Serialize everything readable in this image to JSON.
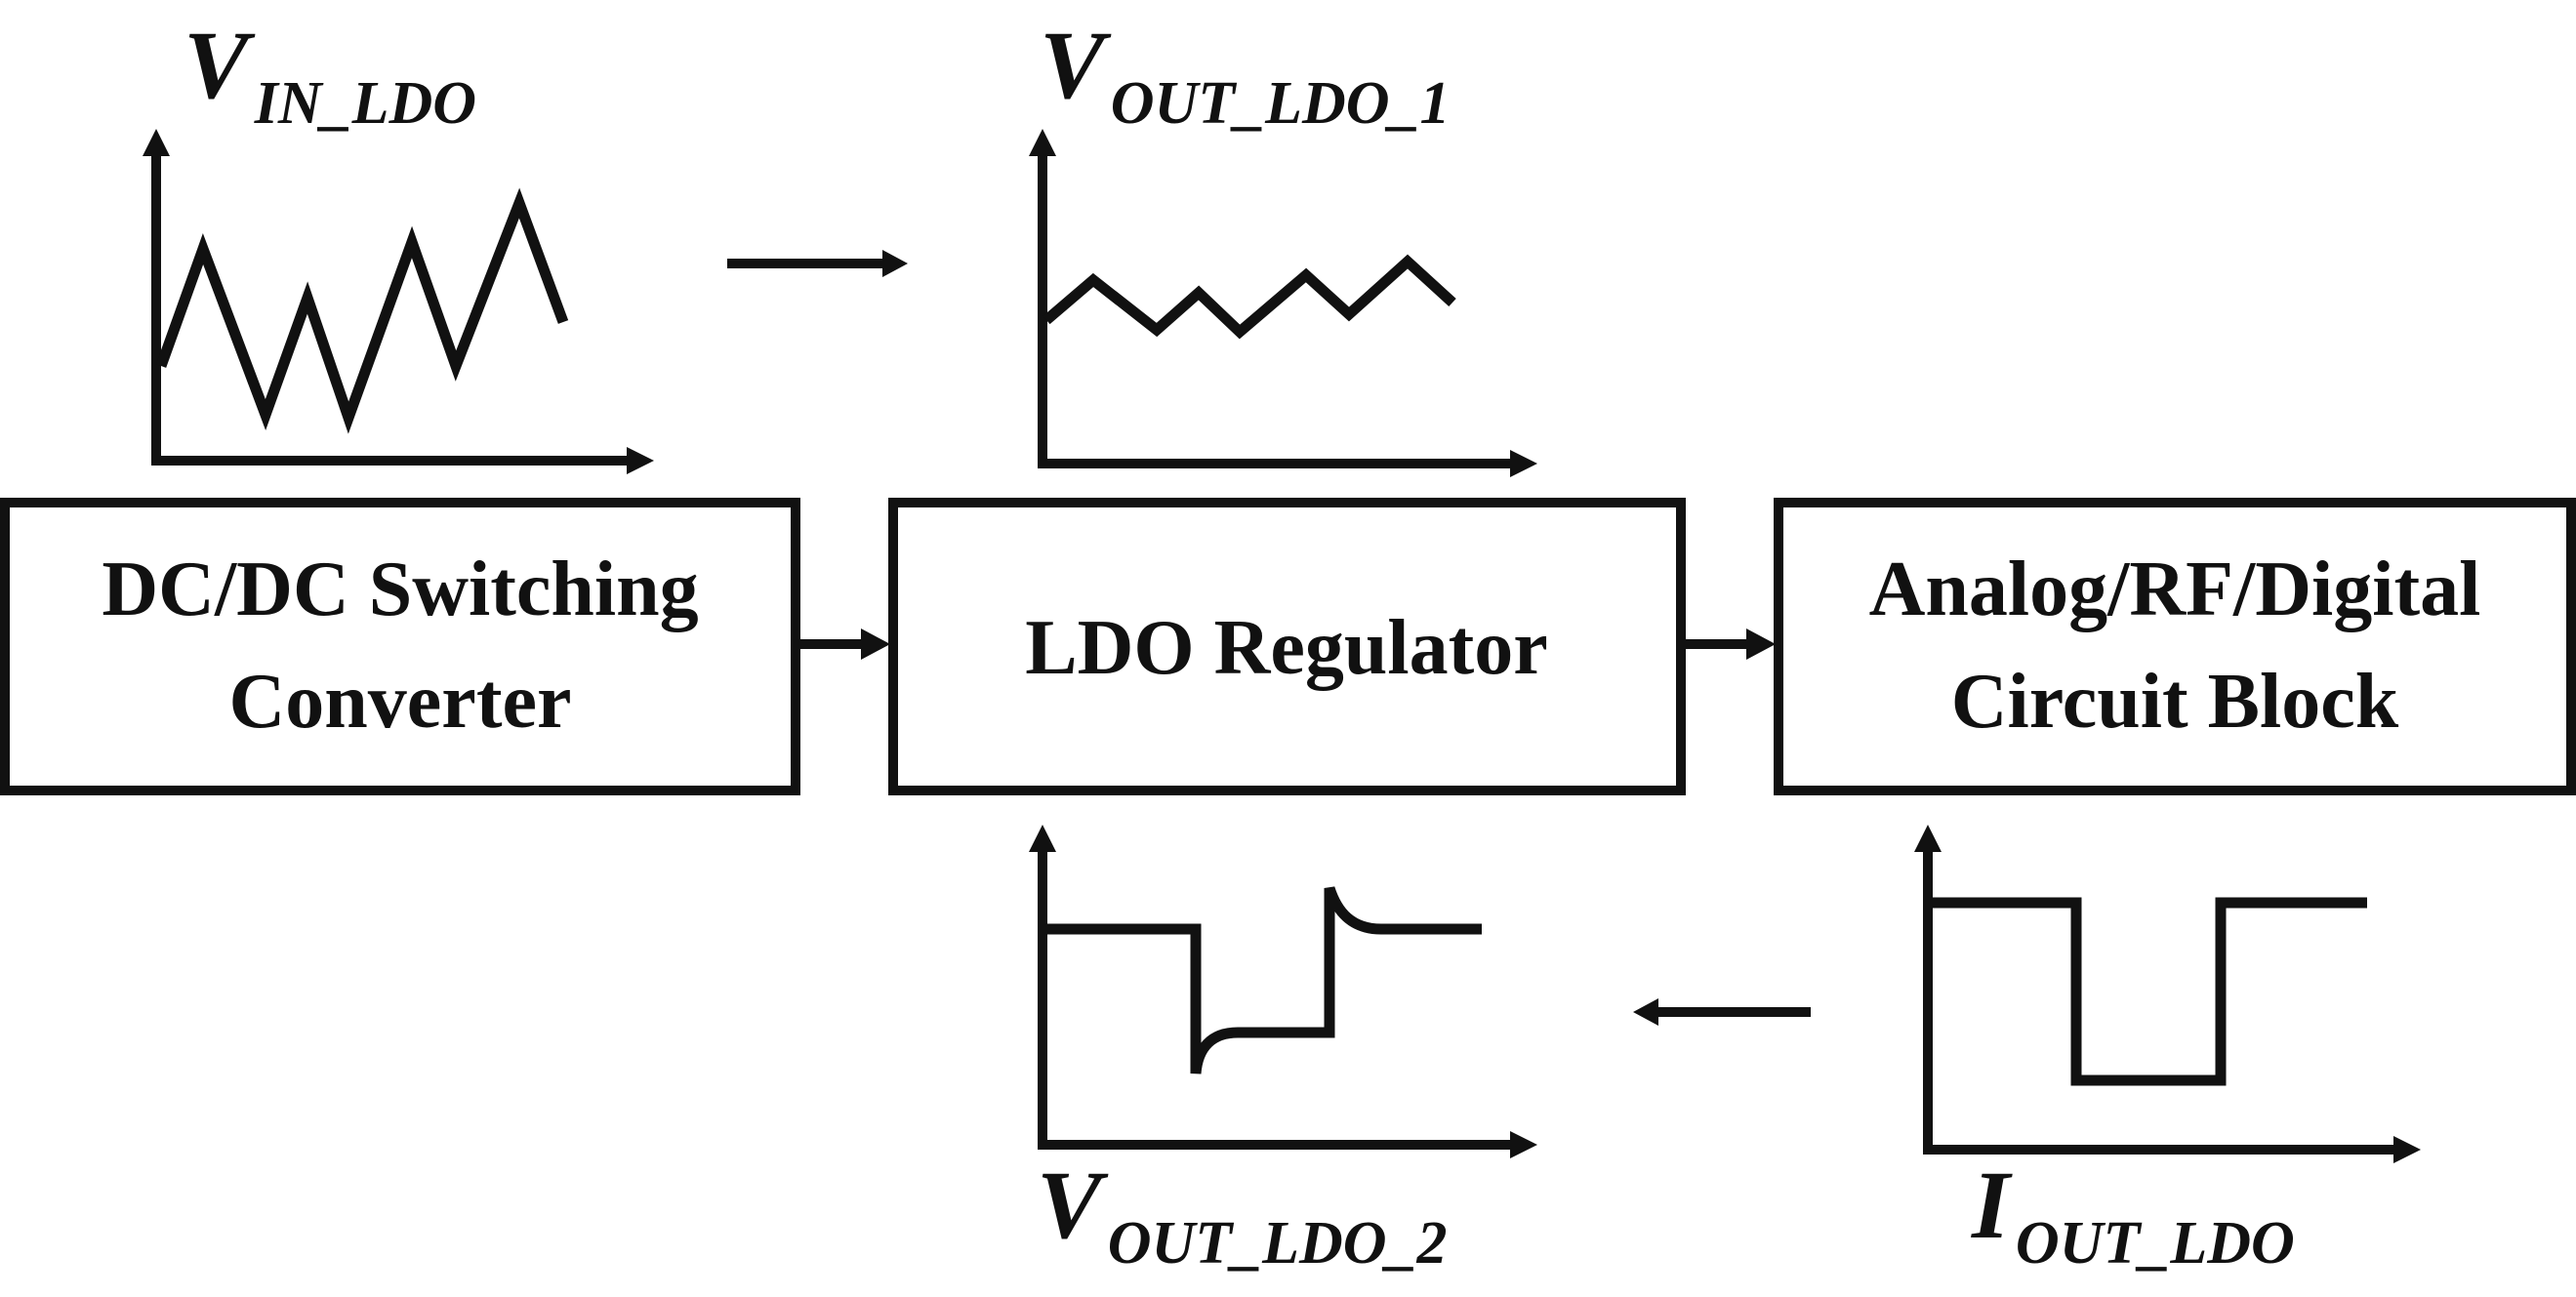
{
  "blocks": {
    "converter": {
      "line1": "DC/DC Switching",
      "line2": "Converter"
    },
    "ldo": {
      "label": "LDO Regulator"
    },
    "load": {
      "line1": "Analog/RF/Digital",
      "line2": "Circuit Block"
    }
  },
  "waveforms": {
    "vin": {
      "main": "V",
      "sub": "IN_LDO"
    },
    "vout1": {
      "main": "V",
      "sub": "OUT_LDO_1"
    },
    "vout2": {
      "main": "V",
      "sub": "OUT_LDO_2"
    },
    "iout": {
      "main": "I",
      "sub": "OUT_LDO"
    }
  },
  "colors": {
    "ink": "#111111",
    "background": "#ffffff"
  }
}
